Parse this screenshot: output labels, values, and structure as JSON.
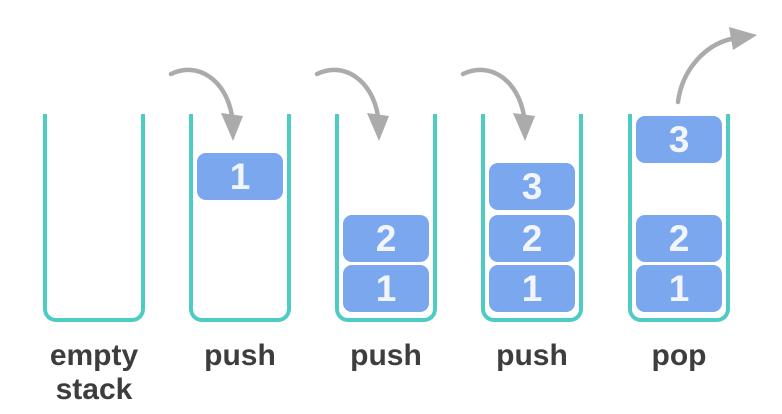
{
  "diagram": {
    "type": "stack-operations",
    "colors": {
      "container_stroke": "#4eccc3",
      "block_fill": "#7aa7ee",
      "block_text": "#f2f6fc",
      "arrow": "#ababab",
      "label_text": "#3d3d3d",
      "background": "#ffffff"
    },
    "stages": [
      {
        "label": "empty\nstack",
        "arrow": "none",
        "blocks": []
      },
      {
        "label": "push",
        "arrow": "push",
        "blocks": [
          {
            "value": "1",
            "slot": "incoming"
          }
        ]
      },
      {
        "label": "push",
        "arrow": "push",
        "blocks": [
          {
            "value": "2",
            "slot": "1"
          },
          {
            "value": "1",
            "slot": "0"
          }
        ]
      },
      {
        "label": "push",
        "arrow": "push",
        "blocks": [
          {
            "value": "3",
            "slot": "2"
          },
          {
            "value": "2",
            "slot": "1"
          },
          {
            "value": "1",
            "slot": "0"
          }
        ]
      },
      {
        "label": "pop",
        "arrow": "pop",
        "blocks": [
          {
            "value": "3",
            "slot": "popping"
          },
          {
            "value": "2",
            "slot": "1"
          },
          {
            "value": "1",
            "slot": "0"
          }
        ]
      }
    ]
  }
}
